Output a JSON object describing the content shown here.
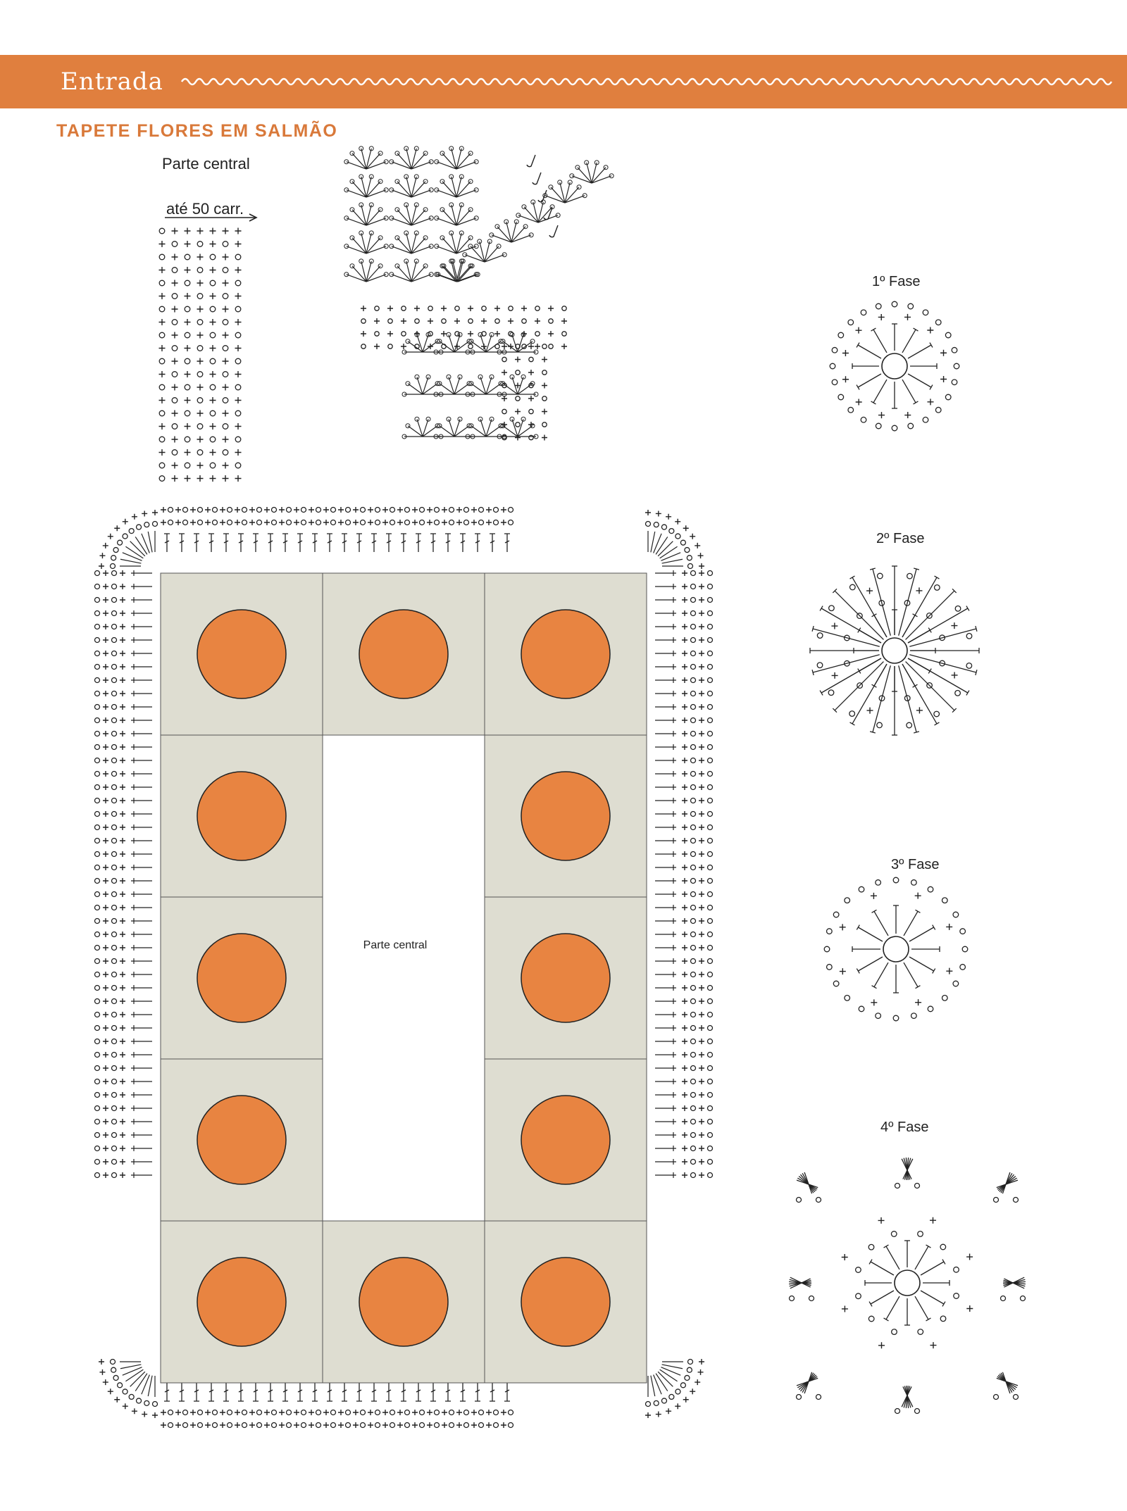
{
  "banner": {
    "title": "Entrada"
  },
  "heading": "TAPETE FLORES EM SALMÃO",
  "chart_pattern": {
    "label": "Parte central",
    "rows_note": "até 50 carr."
  },
  "rug": {
    "center_label": "Parte central",
    "motif_count": 12
  },
  "phases": [
    {
      "label": "1º Fase"
    },
    {
      "label": "2º Fase"
    },
    {
      "label": "3º Fase"
    },
    {
      "label": "4º Fase"
    }
  ],
  "colors": {
    "accent": "#e07f3e",
    "motif": "#e88441",
    "square_bg": "#deddd1",
    "heading": "#d9793a"
  }
}
